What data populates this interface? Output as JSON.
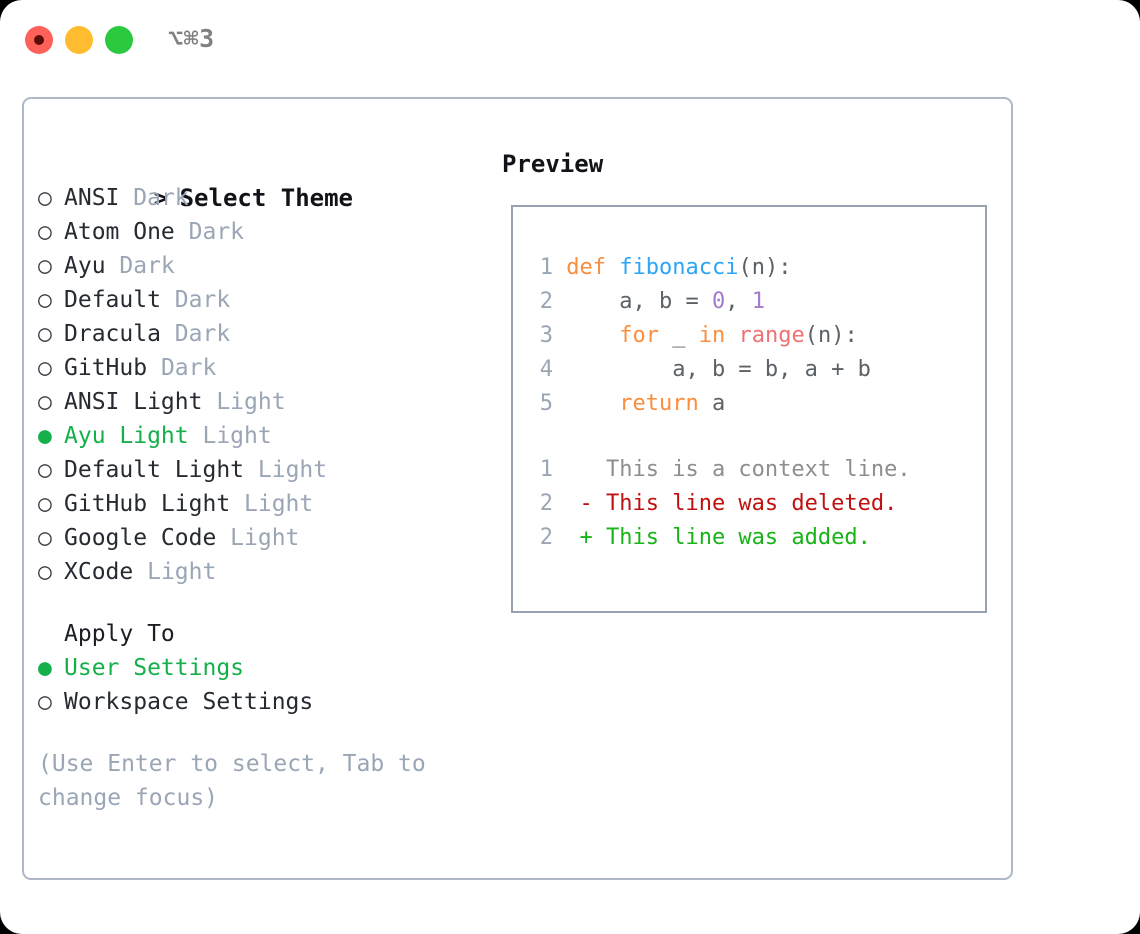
{
  "titlebar": {
    "shortcut": "⌥⌘3",
    "buttons": [
      {
        "name": "close",
        "color": "#fd6158"
      },
      {
        "name": "minimize",
        "color": "#febc2e"
      },
      {
        "name": "maximize",
        "color": "#2bc940"
      }
    ]
  },
  "theme_picker": {
    "header_marker": ">",
    "header": "Select Theme",
    "items": [
      {
        "marker": "○",
        "label": "ANSI",
        "variant": "Dark",
        "selected": false
      },
      {
        "marker": "○",
        "label": "Atom One",
        "variant": "Dark",
        "selected": false
      },
      {
        "marker": "○",
        "label": "Ayu",
        "variant": "Dark",
        "selected": false
      },
      {
        "marker": "○",
        "label": "Default",
        "variant": "Dark",
        "selected": false
      },
      {
        "marker": "○",
        "label": "Dracula",
        "variant": "Dark",
        "selected": false
      },
      {
        "marker": "○",
        "label": "GitHub",
        "variant": "Dark",
        "selected": false
      },
      {
        "marker": "○",
        "label": "ANSI Light",
        "variant": "Light",
        "selected": false
      },
      {
        "marker": "●",
        "label": "Ayu Light",
        "variant": "Light",
        "selected": true
      },
      {
        "marker": "○",
        "label": "Default Light",
        "variant": "Light",
        "selected": false
      },
      {
        "marker": "○",
        "label": "GitHub Light",
        "variant": "Light",
        "selected": false
      },
      {
        "marker": "○",
        "label": "Google Code",
        "variant": "Light",
        "selected": false
      },
      {
        "marker": "○",
        "label": "XCode",
        "variant": "Light",
        "selected": false
      }
    ]
  },
  "apply_to": {
    "header": "Apply To",
    "items": [
      {
        "marker": "●",
        "label": "User Settings",
        "selected": true
      },
      {
        "marker": "○",
        "label": "Workspace Settings",
        "selected": false
      }
    ]
  },
  "hint": "(Use Enter to select, Tab to change focus)",
  "preview": {
    "title": "Preview",
    "code_lines": [
      {
        "number": "1",
        "tokens": [
          {
            "t": "def ",
            "c": "kw"
          },
          {
            "t": "fibonacci",
            "c": "fn"
          },
          {
            "t": "(n):",
            "c": "pln"
          }
        ]
      },
      {
        "number": "2",
        "tokens": [
          {
            "t": "    a, b = ",
            "c": "pln"
          },
          {
            "t": "0",
            "c": "num"
          },
          {
            "t": ", ",
            "c": "pln"
          },
          {
            "t": "1",
            "c": "num"
          }
        ]
      },
      {
        "number": "3",
        "tokens": [
          {
            "t": "    ",
            "c": "pln"
          },
          {
            "t": "for",
            "c": "kw"
          },
          {
            "t": " _ ",
            "c": "pln"
          },
          {
            "t": "in",
            "c": "kw"
          },
          {
            "t": " ",
            "c": "pln"
          },
          {
            "t": "range",
            "c": "bi"
          },
          {
            "t": "(n):",
            "c": "pln"
          }
        ]
      },
      {
        "number": "4",
        "tokens": [
          {
            "t": "        a, b = b, a + b",
            "c": "pln"
          }
        ]
      },
      {
        "number": "5",
        "tokens": [
          {
            "t": "    ",
            "c": "pln"
          },
          {
            "t": "return",
            "c": "kw"
          },
          {
            "t": " a",
            "c": "pln"
          }
        ]
      }
    ],
    "diff_lines": [
      {
        "number": "1",
        "marker": " ",
        "text": "This is a context line.",
        "kind": "ctx"
      },
      {
        "number": "2",
        "marker": "-",
        "text": "This line was deleted.",
        "kind": "del"
      },
      {
        "number": "2",
        "marker": "+",
        "text": "This line was added.",
        "kind": "add"
      }
    ]
  },
  "colors": {
    "selected_green": "#16b04a",
    "dim_gray": "#9aa5b5",
    "card_border": "#aeb8c6",
    "preview_border": "#98a2b3",
    "keyword_orange": "#fa8d3e",
    "function_blue": "#2ba6f7",
    "builtin_red": "#f07171",
    "number_purple": "#a37acc",
    "diff_add": "#17b317",
    "diff_del": "#c01010"
  }
}
